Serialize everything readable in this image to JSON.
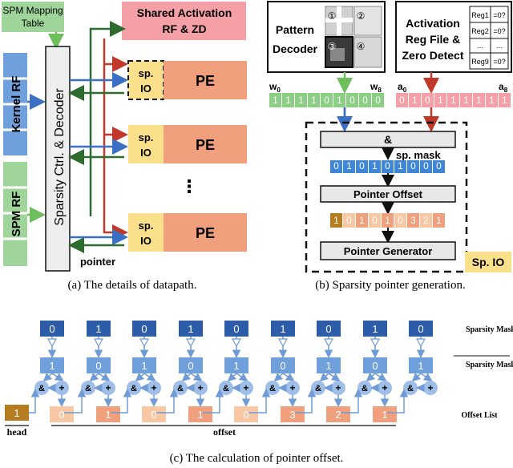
{
  "panel_a": {
    "spm_mapping_table": "SPM Mapping Table",
    "shared_activation": "Shared Activation RF & ZD",
    "kernel_rf": "Kernel RF",
    "spm_rf": "SPM RF",
    "sparsity_ctrl": "Sparsity Ctrl. & Decoder",
    "sp_io": "sp. IO",
    "pe": "PE",
    "ellipsis": "⋮",
    "pointer": "pointer",
    "caption": "(a) The details of datapath."
  },
  "panel_b": {
    "pattern_decoder": "Pattern Decoder",
    "pattern_nums": [
      "①",
      "②",
      "③",
      "④"
    ],
    "activation_reg": "Activation Reg File & Zero Detect",
    "regs": [
      "Reg1",
      "=0?",
      "Reg2",
      "=0?",
      "…",
      "…",
      "Reg9",
      "=0?"
    ],
    "w0": "w",
    "w0_sub": "0",
    "w8": "w",
    "w8_sub": "8",
    "a0": "a",
    "a0_sub": "0",
    "a8": "a",
    "a8_sub": "8",
    "w_bits": [
      "1",
      "1",
      "1",
      "1",
      "0",
      "1",
      "0",
      "0",
      "0"
    ],
    "a_bits": [
      "0",
      "1",
      "0",
      "1",
      "1",
      "1",
      "1",
      "1",
      "1"
    ],
    "and_label": "&",
    "sp_mask_label": "sp. mask",
    "mask_bits": [
      "0",
      "1",
      "0",
      "1",
      "0",
      "1",
      "0",
      "0",
      "0"
    ],
    "pointer_offset": "Pointer Offset",
    "offset_bits": [
      "1",
      "0",
      "1",
      "0",
      "1",
      "0",
      "3",
      "2",
      "1"
    ],
    "pointer_generator": "Pointer Generator",
    "sp_io": "Sp. IO",
    "caption": "(b) Sparsity pointer generation."
  },
  "panel_c": {
    "mask_top": [
      "0",
      "1",
      "0",
      "1",
      "0",
      "1",
      "0",
      "1",
      "0"
    ],
    "mask_inv": [
      "1",
      "0",
      "1",
      "0",
      "1",
      "0",
      "1",
      "0",
      "1"
    ],
    "offsets": [
      "0",
      "1",
      "0",
      "1",
      "0",
      "3",
      "2",
      "1"
    ],
    "head_value": "1",
    "and_op": "&",
    "plus_op": "+",
    "label_mask": "Sparsity Mask",
    "label_mask_inv": "Sparsity Mask",
    "label_offset_list": "Offset List",
    "label_head": "head",
    "label_offset": "offset",
    "caption": "(c) The calculation of pointer offset."
  },
  "colors": {
    "green": "#5cb85c",
    "green_light": "#9fd49a",
    "pink": "#f4a0a6",
    "blue": "#4b77be",
    "blue_dark": "#2d5ca8",
    "blue_light": "#6fa0dc",
    "salmon": "#f0a07c",
    "peach": "#f8c7a4",
    "yellow": "#fbe08c",
    "red": "#c0392b",
    "dkgreen": "#2e6b2e",
    "gold": "#b67d20",
    "gray": "#e8e8e8"
  }
}
